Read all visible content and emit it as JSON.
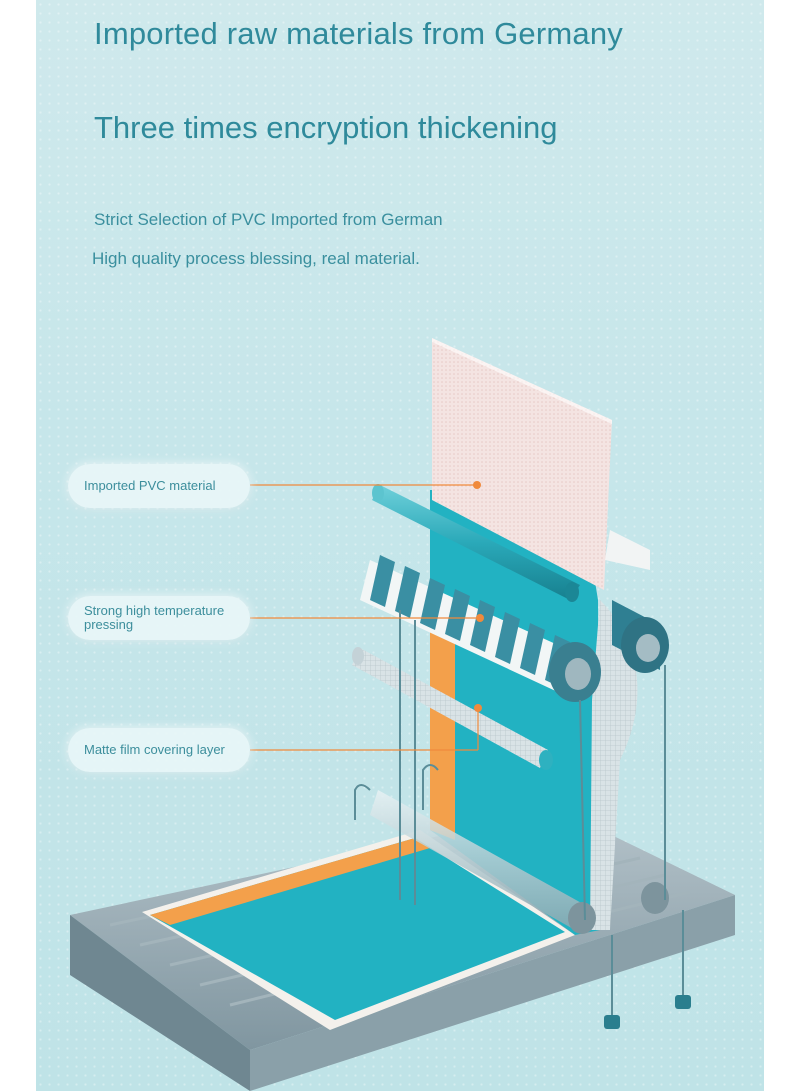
{
  "heading_1": "Imported raw materials from Germany",
  "heading_2": "Three times encryption thickening",
  "subtext_1": "Strict Selection of PVC Imported from German",
  "subtext_2": "High quality process blessing, real material.",
  "callouts": [
    {
      "label": "Imported PVC material"
    },
    {
      "label": "Strong high temperature pressing"
    },
    {
      "label": "Matte film covering layer"
    }
  ],
  "colors": {
    "background": "#c6e6ea",
    "heading_text": "#2f8a9b",
    "teal_film": "#22b2c2",
    "orange_layer": "#f3a04b",
    "callout_line": "#f08a3c"
  }
}
